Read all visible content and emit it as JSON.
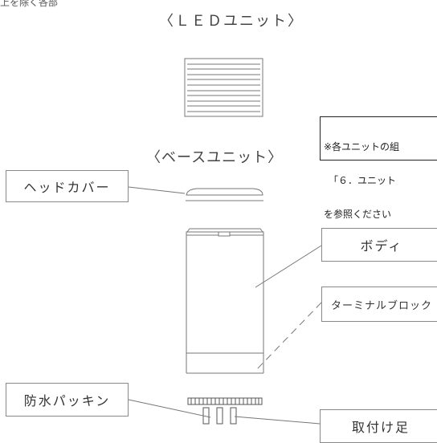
{
  "header_partial": "上を除く各部",
  "led_unit_title": "〈ＬＥＤユニット〉",
  "base_unit_title": "〈ベースユニット〉",
  "note": {
    "line1": "※各ユニットの組",
    "line2": "「６．ユニット",
    "line3": "を参照ください"
  },
  "labels": {
    "head_cover": "ヘッドカバー",
    "body": "ボディ",
    "terminal_block": "ターミナルブロック",
    "waterproof_packing": "防水パッキン",
    "mounting_feet": "取付け足"
  }
}
